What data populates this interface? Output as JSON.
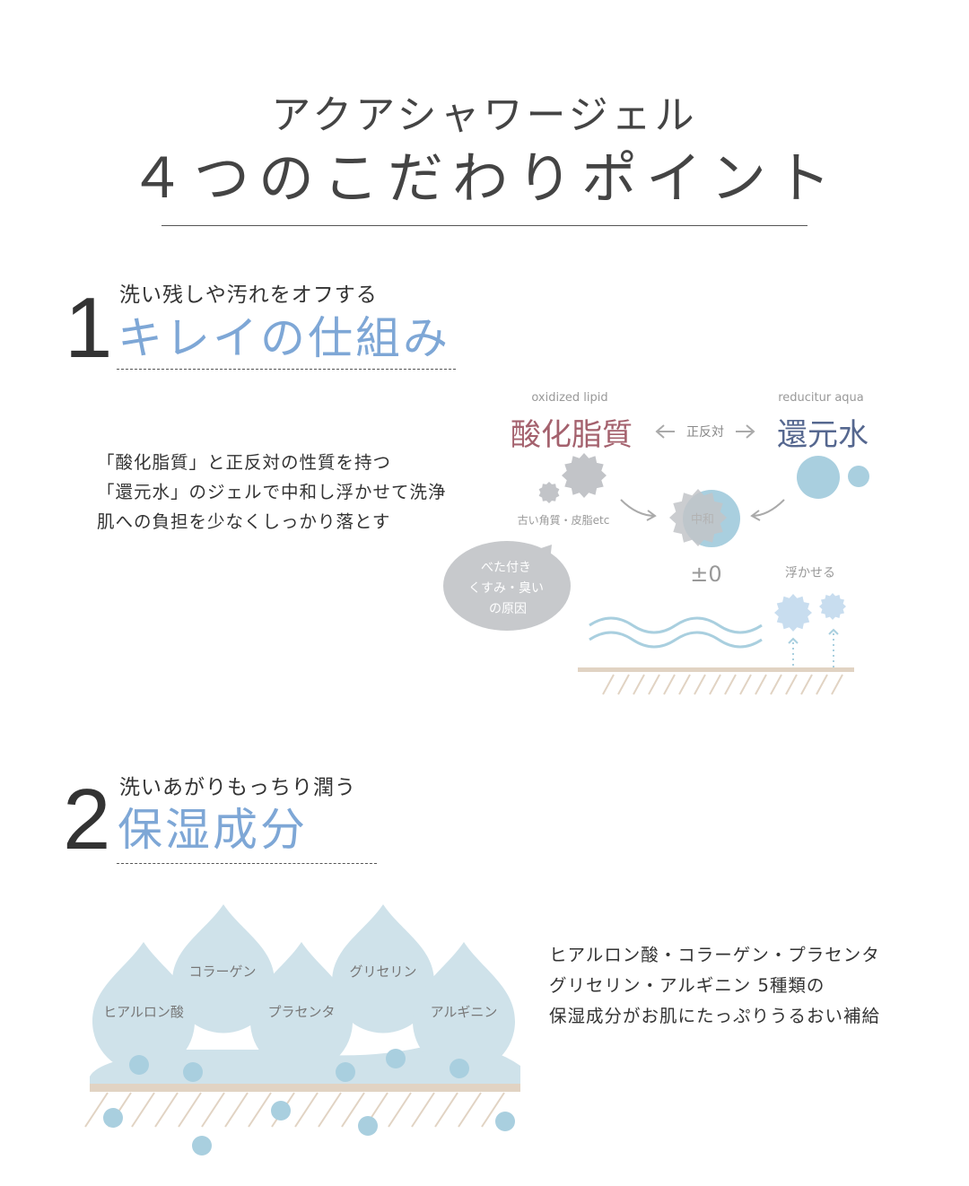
{
  "header": {
    "title_line1": "アクアシャワージェル",
    "title_line2": "４つのこだわりポイント"
  },
  "section1": {
    "number": "1",
    "subtitle": "洗い残しや汚れをオフする",
    "heading": "キレイの仕組み",
    "paragraph": [
      "「酸化脂質」と正反対の性質を持つ",
      "「還元水」のジェルで中和し浮かせて洗浄",
      "肌への負担を少なくしっかり落とす"
    ],
    "diagram": {
      "left_en": "oxidized lipid",
      "left_jp": "酸化脂質",
      "middle": "正反対",
      "right_en": "reducitur aqua",
      "right_jp": "還元水",
      "left_caption": "古い角質・皮脂etc",
      "center_label": "中和",
      "balance": "±0",
      "bubble": [
        "べた付き",
        "くすみ・臭い",
        "の原因"
      ],
      "float_label": "浮かせる"
    }
  },
  "section2": {
    "number": "2",
    "subtitle": "洗いあがりもっちり潤う",
    "heading": "保湿成分",
    "ingredients": [
      "ヒアルロン酸",
      "コラーゲン",
      "プラセンタ",
      "グリセリン",
      "アルギニン"
    ],
    "paragraph": [
      "ヒアルロン酸・コラーゲン・プラセンタ",
      "グリセリン・アルギニン 5種類の",
      "保湿成分がお肌にたっぷりうるおい補給"
    ]
  },
  "colors": {
    "accent_blue": "#7ea7d6",
    "lipid": "#a4616d",
    "water": "#55678f",
    "drop": "#cfe2ea",
    "dot": "#a9cfdf",
    "skin": "#e1d3c3"
  }
}
